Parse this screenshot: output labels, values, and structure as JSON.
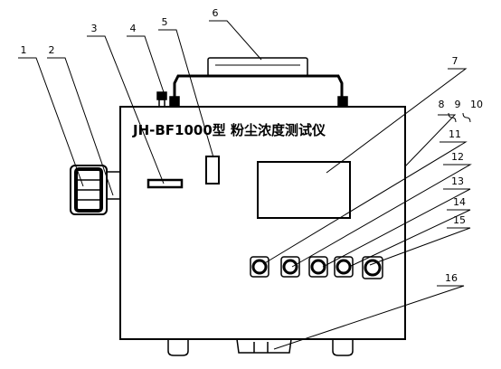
{
  "title": "JH-BF1000型 粉尘浓度测试仪",
  "callouts": [
    "1",
    "2",
    "3",
    "4",
    "5",
    "6",
    "7",
    "8",
    "9",
    "10",
    "11",
    "12",
    "13",
    "14",
    "15",
    "16"
  ],
  "colors": {
    "stroke": "#000000",
    "fill": "#ffffff"
  }
}
